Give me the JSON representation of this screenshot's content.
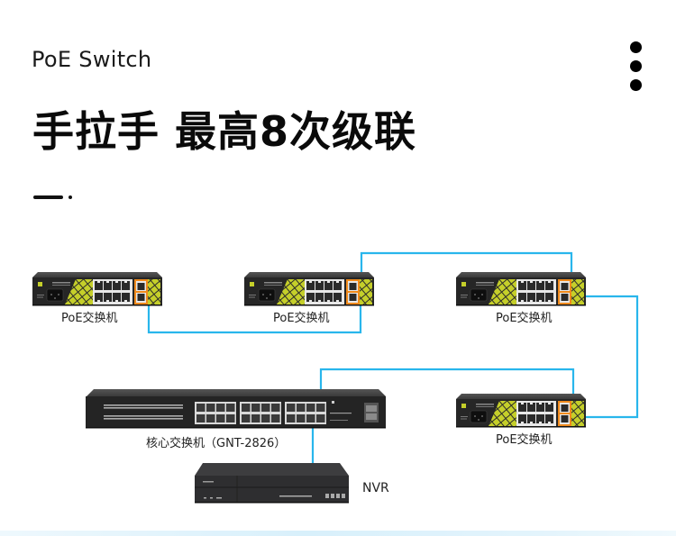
{
  "header": {
    "subtitle": "PoE Switch",
    "title": "手拉手 最高8次级联",
    "menu_icon": "vertical-ellipsis-icon"
  },
  "devices": {
    "poe_switch_1": {
      "label": "PoE交换机"
    },
    "poe_switch_2": {
      "label": "PoE交换机"
    },
    "poe_switch_3": {
      "label": "PoE交换机"
    },
    "poe_switch_4": {
      "label": "PoE交换机"
    },
    "core_switch": {
      "label": "核心交换机（GNT-2826）"
    },
    "nvr": {
      "label": "NVR"
    }
  },
  "colors": {
    "cable": "#29b6ec",
    "uplink_highlight": "#f08a1c",
    "switch_body": "#2b2b2b",
    "stripe_accent": "#c5cf2a",
    "bottom_band": "#d8f0fb"
  }
}
